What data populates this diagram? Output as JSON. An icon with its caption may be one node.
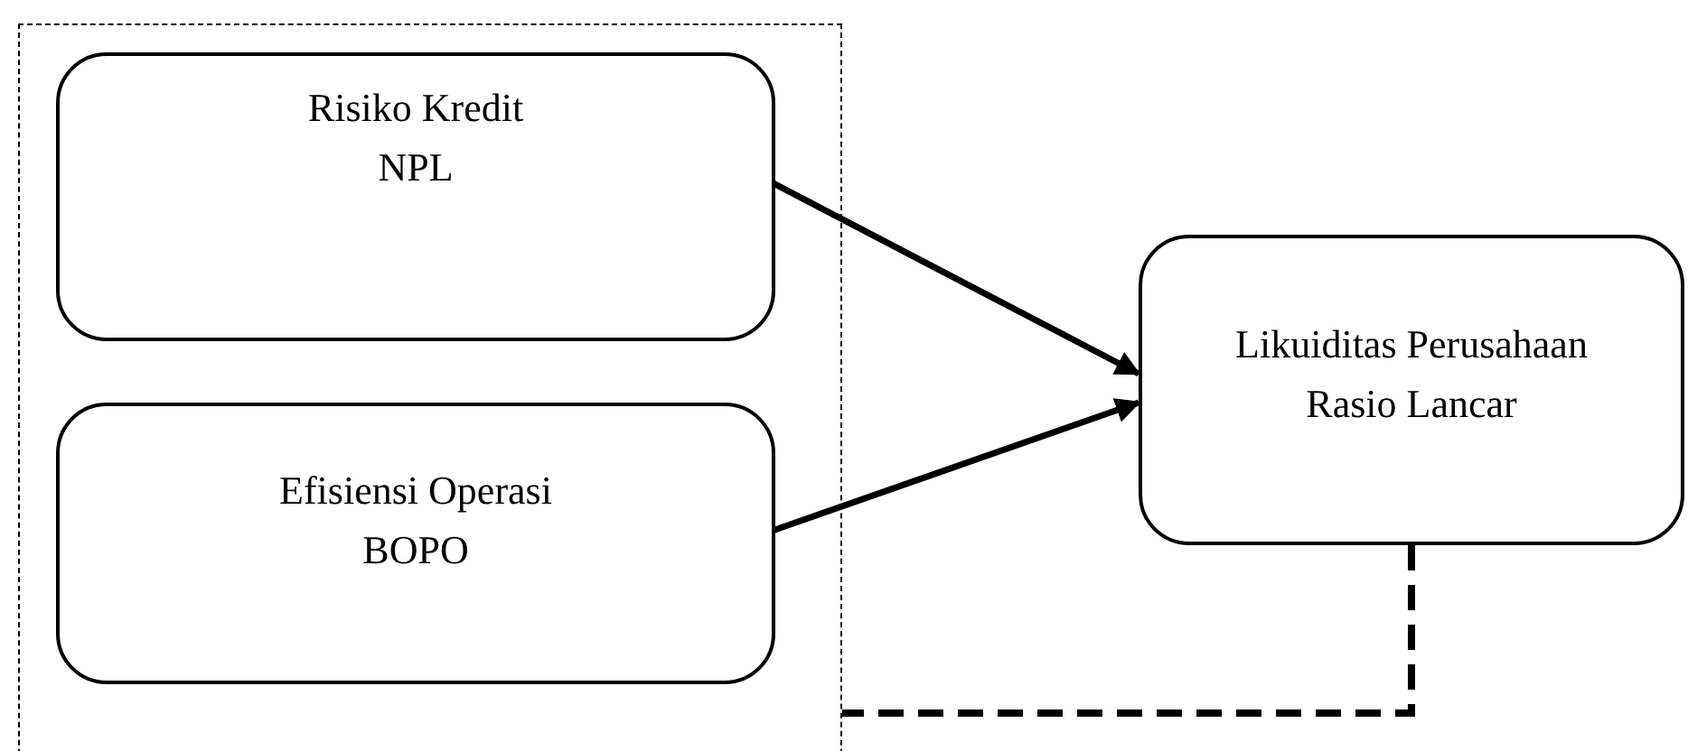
{
  "diagram": {
    "nodes": [
      {
        "text": [],
        "shape": "box"
      },
      {
        "text": [
          "Risiko Kredit",
          "NPL"
        ],
        "in": 0
      },
      {
        "text": [
          "Efisiensi Operasi",
          "BOPO"
        ],
        "in": 0
      },
      {
        "text": [
          "Likuiditas Perusahaan",
          "Rasio Lancar"
        ]
      }
    ],
    "edges": [
      {
        "from": 1,
        "to": 3,
        "arrow": "to"
      },
      {
        "from": 2,
        "to": 3,
        "arrow": "to"
      },
      {
        "from": 3,
        "to": 0,
        "arrow": "none",
        "style": "dashed"
      }
    ]
  }
}
